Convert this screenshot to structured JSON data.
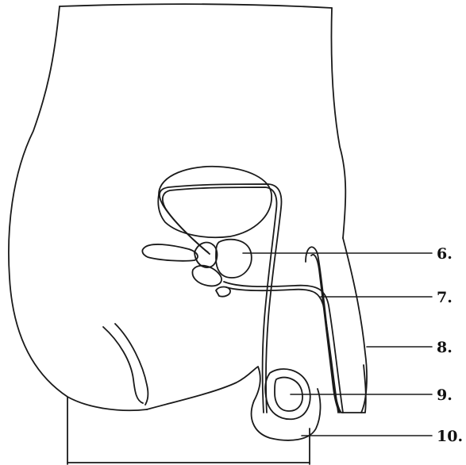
{
  "diagram": {
    "labels": [
      "6.",
      "7.",
      "8.",
      "9.",
      "10."
    ],
    "colors": {
      "line": "#1a1a1a",
      "background": "#ffffff"
    }
  }
}
